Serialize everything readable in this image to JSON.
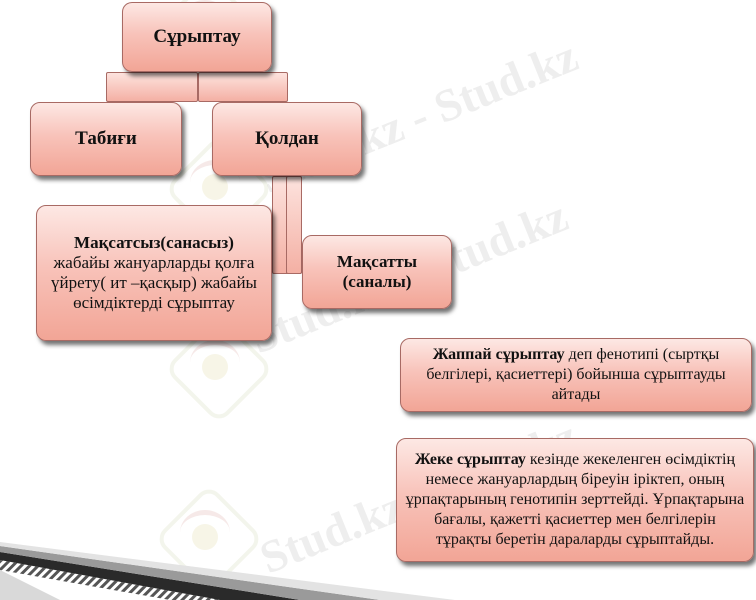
{
  "watermark_text": "Stud.kz - Stud.kz",
  "diagram": {
    "root": "Сұрыптау",
    "natural": "Табиғи",
    "artificial": "Қолдан",
    "unconscious_title": "Мақсатсыз(санасыз)",
    "unconscious_desc": "жабайы жануарларды қолға үйрету( ит –қасқыр) жабайы өсімдіктерді сұрыптау",
    "conscious": "Мақсатты (саналы)",
    "mass_term": "Жаппай сұрыптау",
    "mass_desc": " деп фенотипі (сыртқы белгілері, қасиеттері) бойынша сұрыптауды айтады",
    "individual_term": "Жеке сұрыптау",
    "individual_desc": " кезінде жекеленген өсімдіктің немесе жануарлардың біреуін іріктеп, оның ұрпақтарының генотипін зерттейді. Ұрпақтарына бағалы, қажетті қасиеттер мен белгілерін тұрақты беретін дараларды сұрыптайды."
  },
  "colors": {
    "box_fill_top": "#fde8e4",
    "box_fill_bottom": "#f2a596",
    "box_border": "#a86a64",
    "stripe_dark": "#1a1a1a",
    "stripe_light": "#c9c9c9"
  }
}
